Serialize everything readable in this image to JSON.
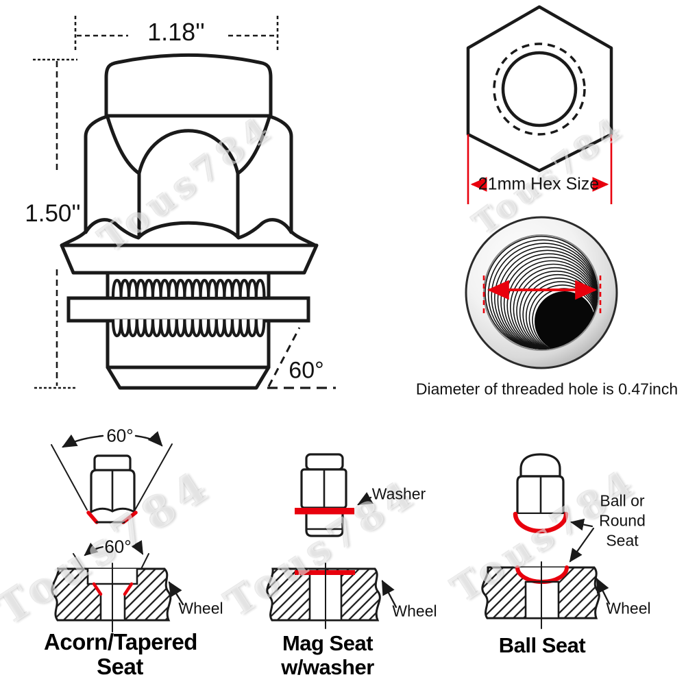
{
  "watermark_text": "Tous784",
  "colors": {
    "line": "#1a1a1a",
    "red": "#e8000d"
  },
  "main_view": {
    "width_label": "1.18''",
    "height_label": "1.50''",
    "taper_angle_label": "60°"
  },
  "hex_view": {
    "size_label": "21mm Hex Size"
  },
  "hole_view": {
    "caption": "Diameter of threaded hole is 0.47inch"
  },
  "acorn": {
    "cone_angle_label": "60°",
    "seat_angle_label": "60°",
    "wheel_label": "Wheel",
    "title_line1": "Acorn/Tapered",
    "title_line2": "Seat"
  },
  "mag": {
    "washer_label": "Washer",
    "wheel_label": "Wheel",
    "title_line1": "Mag Seat",
    "title_line2": "w/washer"
  },
  "ball": {
    "seat_label_line1": "Ball or",
    "seat_label_line2": "Round",
    "seat_label_line3": "Seat",
    "wheel_label": "Wheel",
    "title": "Ball Seat"
  }
}
